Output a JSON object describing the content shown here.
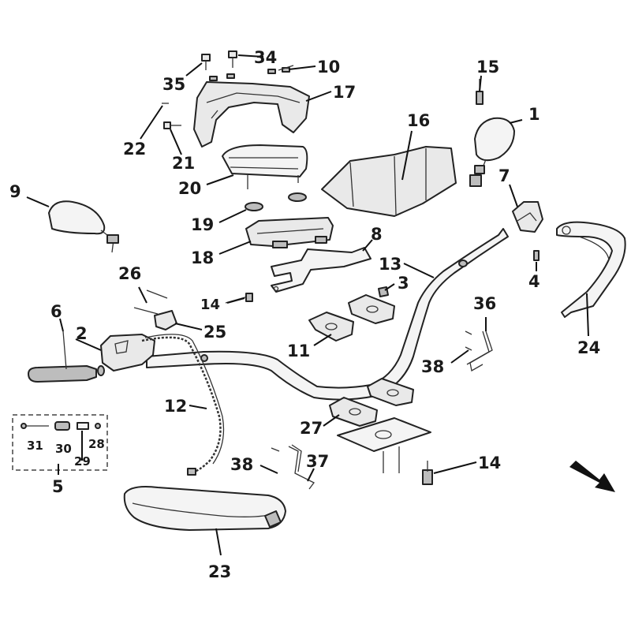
{
  "labels": {
    "l1": "1",
    "l2": "2",
    "l3": "3",
    "l4": "4",
    "l5": "5",
    "l6": "6",
    "l7": "7",
    "l8": "8",
    "l9": "9",
    "l10": "10",
    "l11": "11",
    "l12": "12",
    "l13": "13",
    "l14a": "14",
    "l14b": "14",
    "l15": "15",
    "l16": "16",
    "l17": "17",
    "l18": "18",
    "l19": "19",
    "l20": "20",
    "l21": "21",
    "l22": "22",
    "l23": "23",
    "l24": "24",
    "l25": "25",
    "l26": "26",
    "l27": "27",
    "l28": "28",
    "l29": "29",
    "l30": "30",
    "l31": "31",
    "l34": "34",
    "l35": "35",
    "l36": "36",
    "l37": "37",
    "l38a": "38",
    "l38b": "38"
  },
  "icons": {
    "direction": "arrow-down-right-icon"
  },
  "colors": {
    "line": "#222222",
    "fill": "#e9e9e9",
    "arrow": "#111111"
  }
}
